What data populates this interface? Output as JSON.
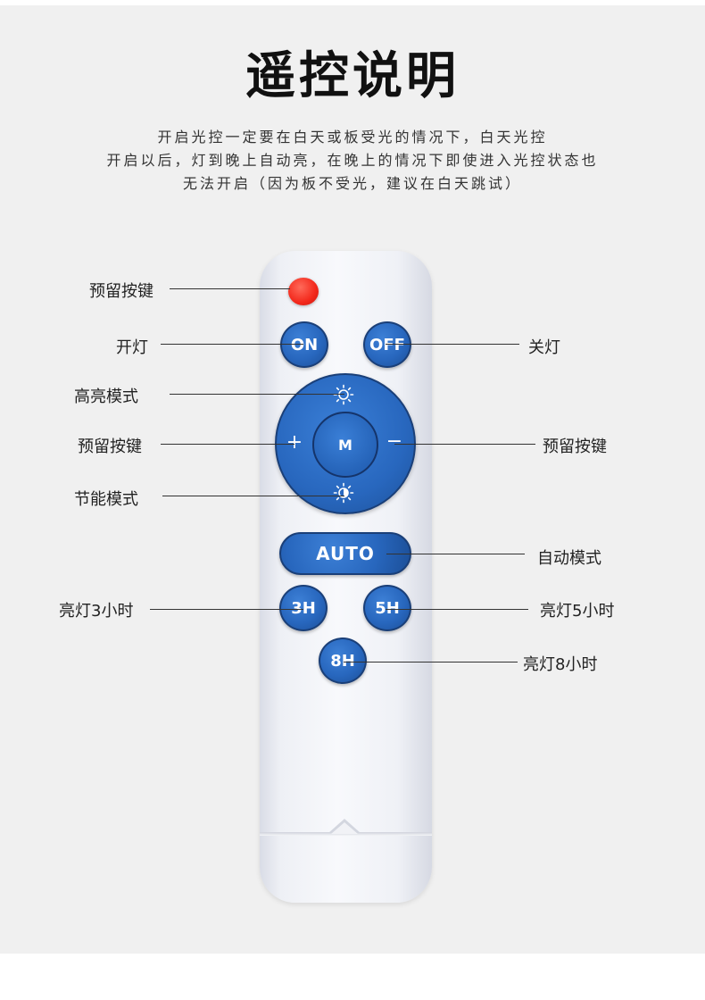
{
  "title": "遥控说明",
  "description": {
    "line1": "开启光控一定要在白天或板受光的情况下，白天光控",
    "line2": "开启以后，灯到晚上自动亮，在晚上的情况下即使进入光控状态也",
    "line3": "无法开启（因为板不受光，建议在白天跳试）"
  },
  "buttons": {
    "on": "ON",
    "off": "OFF",
    "m": "M",
    "plus": "+",
    "minus": "−",
    "auto": "AUTO",
    "h3": "3H",
    "h5": "5H",
    "h8": "8H"
  },
  "labels": {
    "reserved_top": "预留按键",
    "light_on": "开灯",
    "light_off": "关灯",
    "high_bright": "高亮模式",
    "reserved_left": "预留按键",
    "reserved_right": "预留按键",
    "eco": "节能模式",
    "auto_mode": "自动模式",
    "on_3h": "亮灯3小时",
    "on_5h": "亮灯5小时",
    "on_8h": "亮灯8小时"
  },
  "icons": {
    "brightness_up": "sun-bright-icon",
    "brightness_eco": "sun-half-icon"
  },
  "colors": {
    "button_blue": "#2867be",
    "button_red": "#f3281b",
    "remote_body": "#f4f5f8",
    "background": "#f0f0f0"
  }
}
